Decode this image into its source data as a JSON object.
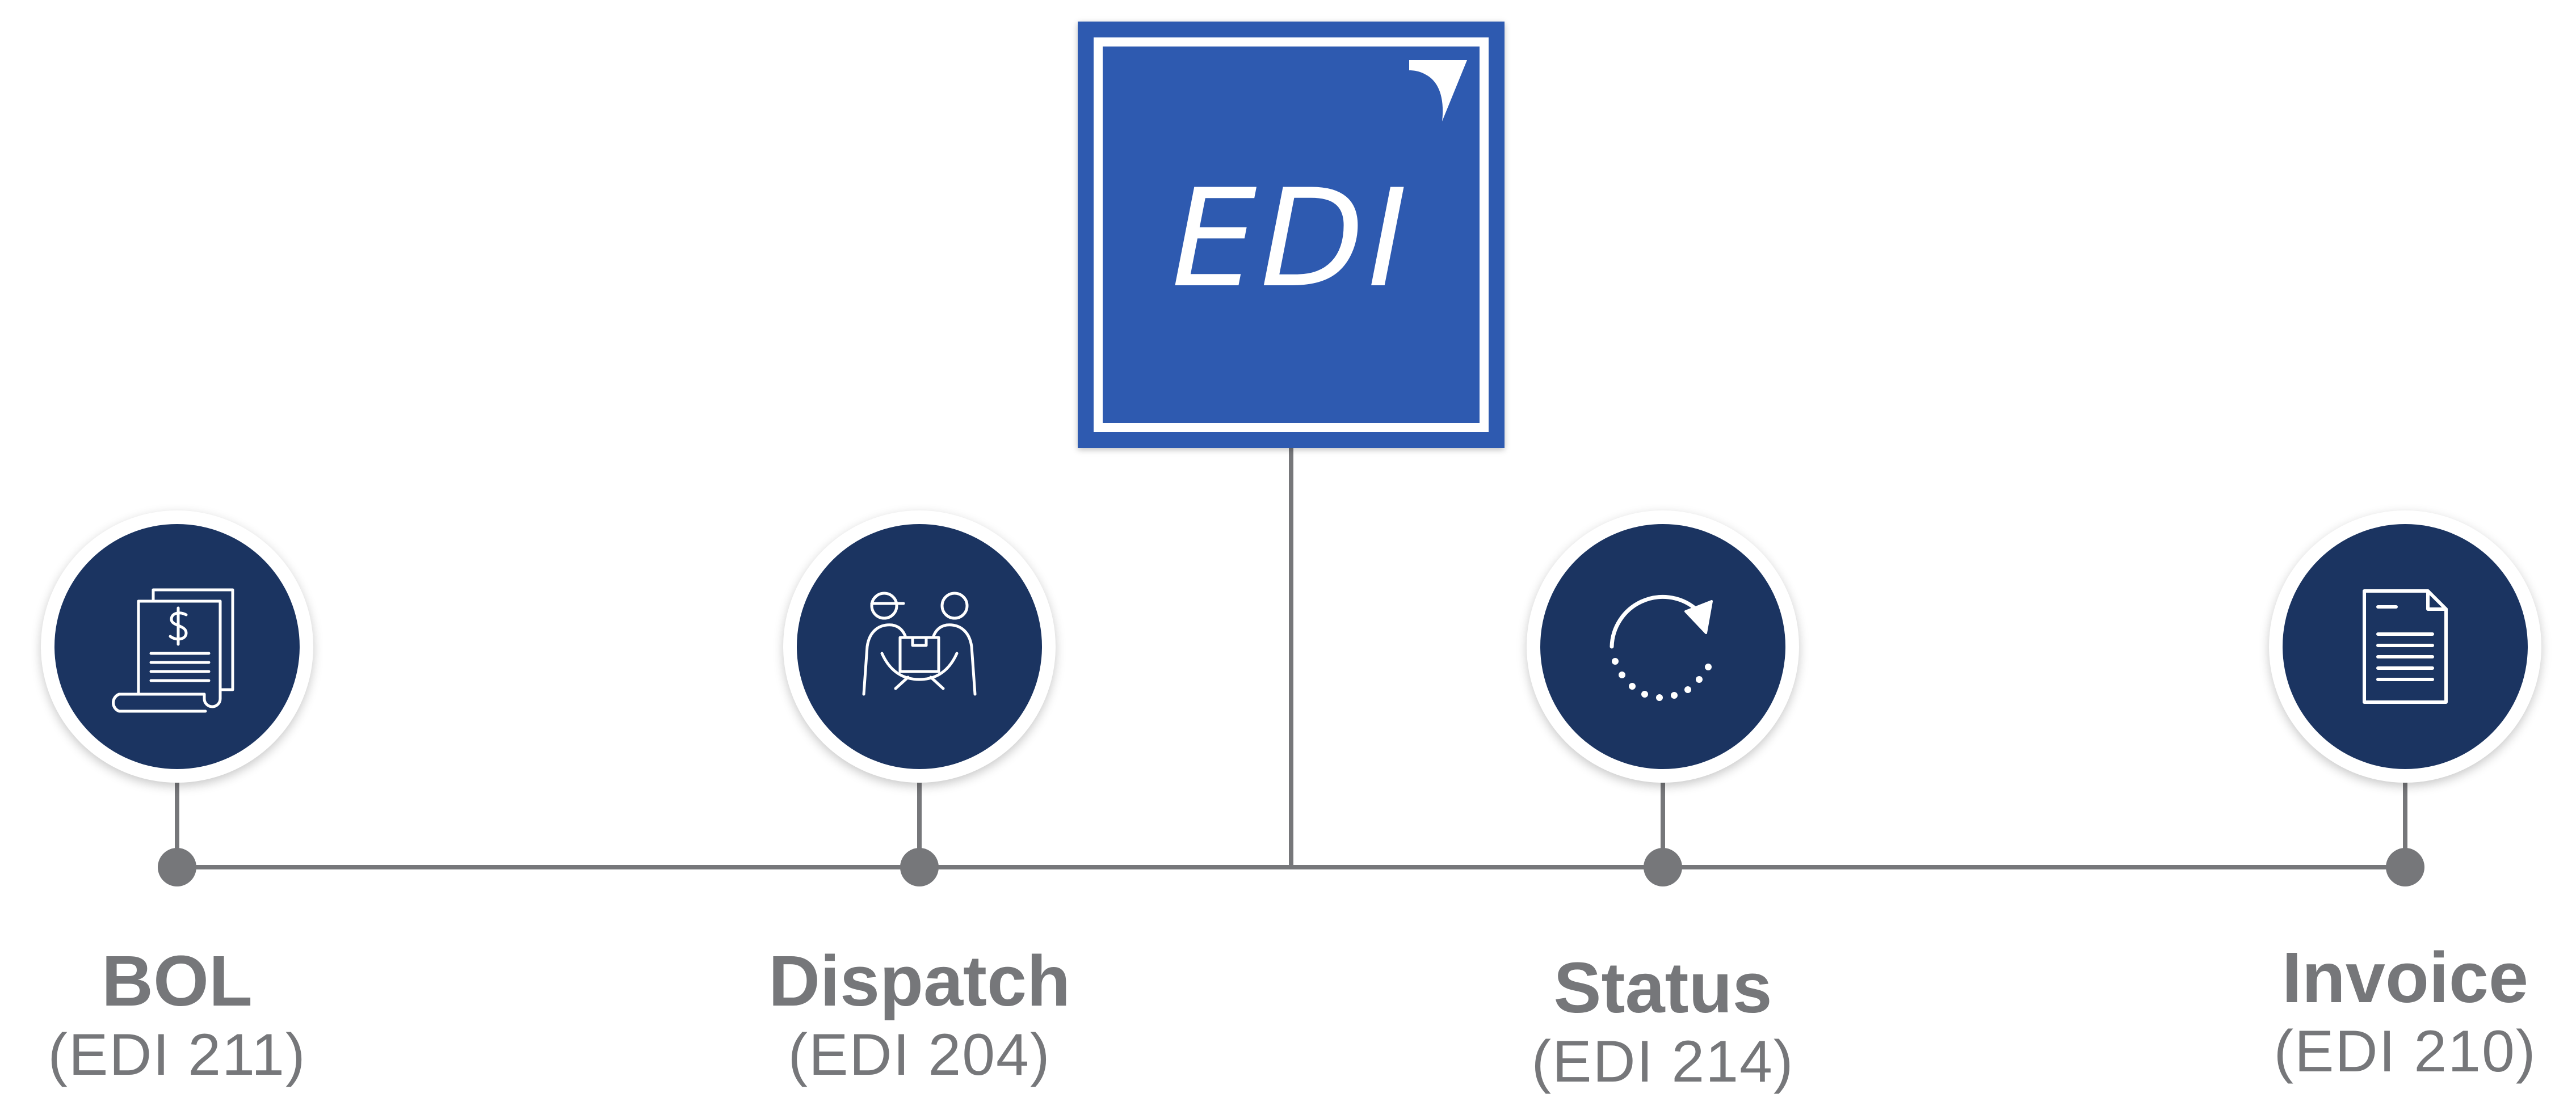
{
  "hub": {
    "title": "EDI",
    "colors": {
      "fill": "#2e5ab0",
      "frame": "#ffffff"
    },
    "icon": "logo-mark-icon"
  },
  "nodes": [
    {
      "title": "BOL",
      "code": "(EDI 211)",
      "icon": "invoice-receipt-dollar-icon"
    },
    {
      "title": "Dispatch",
      "code": "(EDI 204)",
      "icon": "people-handoff-package-icon"
    },
    {
      "title": "Status",
      "code": "(EDI 214)",
      "icon": "refresh-cycle-icon"
    },
    {
      "title": "Invoice",
      "code": "(EDI 210)",
      "icon": "document-icon"
    }
  ],
  "colors": {
    "node_fill": "#1b3461",
    "node_ring": "#ffffff",
    "connector": "#76777a",
    "label_text": "#76777a"
  }
}
